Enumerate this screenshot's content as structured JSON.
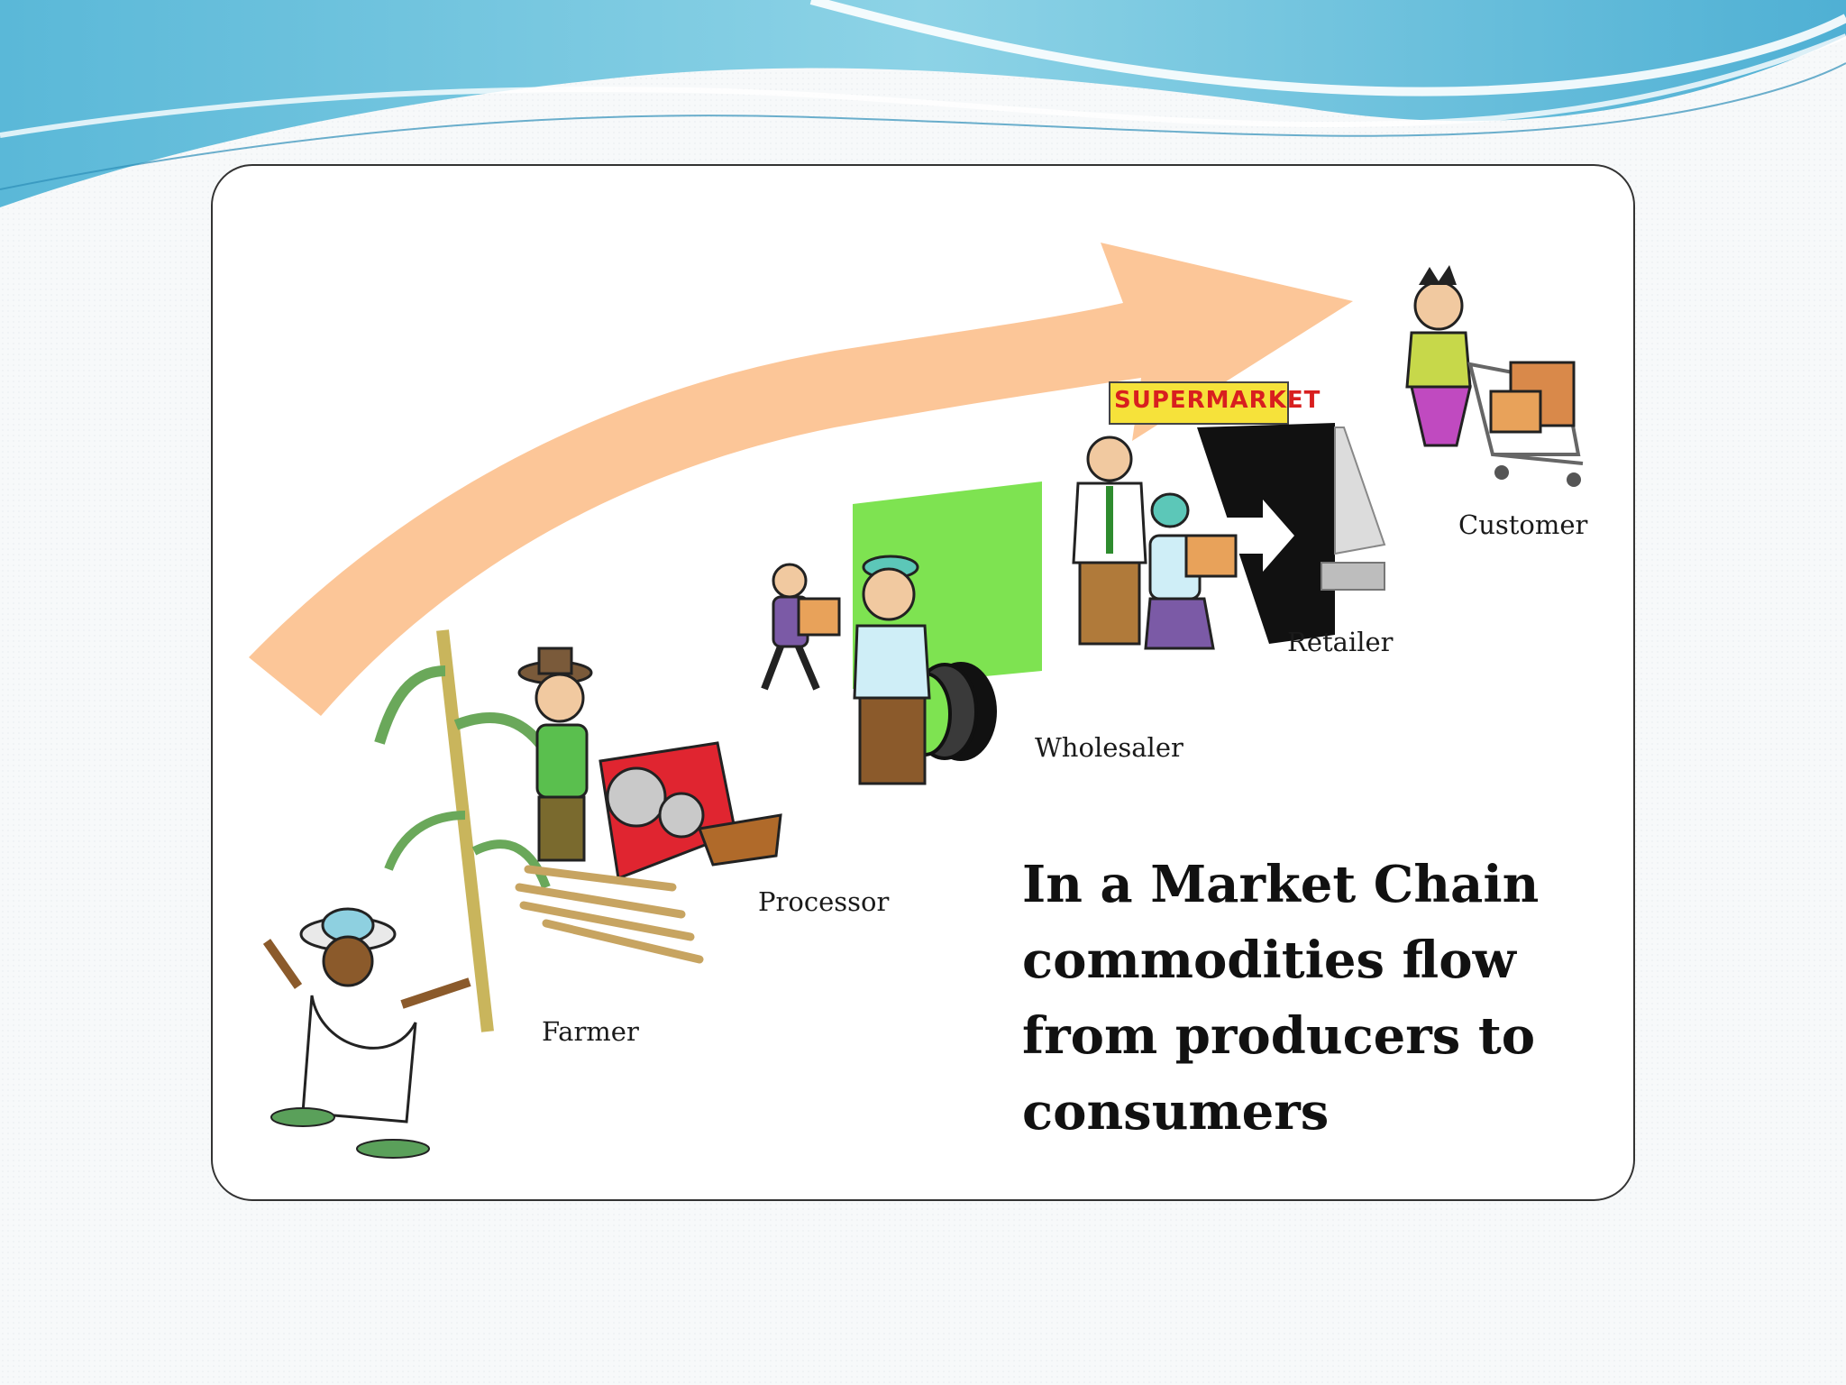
{
  "slide": {
    "headline": "In a Market Chain commodities flow from producers to consumers",
    "store_sign": "SUPERMARKET"
  },
  "stages": [
    {
      "label": "Farmer"
    },
    {
      "label": "Processor"
    },
    {
      "label": "Wholesaler"
    },
    {
      "label": "Retailer"
    },
    {
      "label": "Customer"
    }
  ],
  "icons": [
    "farmer-figure",
    "processor-figure",
    "wholesaler-truck",
    "supermarket-store",
    "customer-cart",
    "flow-arrow"
  ],
  "colors": {
    "arrow": "#fcc698",
    "truck": "#7ee351",
    "sign_bg": "#f6e23a",
    "sign_text": "#d81f1f",
    "wave_blue": "#6fc3dd",
    "machine_red": "#e02530"
  }
}
